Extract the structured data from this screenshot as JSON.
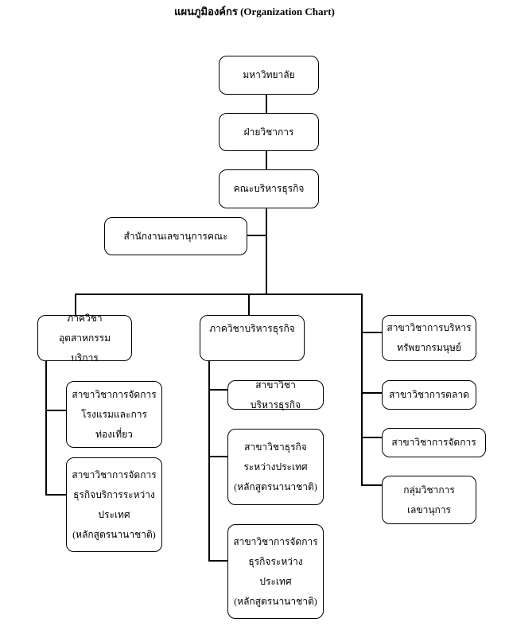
{
  "title": "แผนภูมิองค์กร (Organization Chart)",
  "nodes": {
    "university": "มหาวิทยาลัย",
    "academic_affairs": "ฝ่ายวิชาการ",
    "faculty": "คณะบริหารธุรกิจ",
    "faculty_office": "สำนักงานเลขานุการคณะ",
    "dept_service_industry": "ภาควิชาอุตสาหกรรม\nบริการ",
    "hotel_tourism": "สาขาวิชาการจัดการ\nโรงแรมและการ\nท่องเที่ยว",
    "intl_service_business": "สาขาวิชาการจัดการ\nธุรกิจบริการระหว่าง\nประเทศ\n(หลักสูตรนานาชาติ)",
    "dept_business_admin": "ภาควิชาบริหารธุรกิจ",
    "business_admin": "สาขาวิชาบริหารธุรกิจ",
    "intl_business": "สาขาวิชาธุรกิจ\nระหว่างประเทศ\n(หลักสูตรนานาชาติ)",
    "intl_business_mgmt": "สาขาวิชาการจัดการ\nธุรกิจระหว่าง\nประเทศ\n(หลักสูตรนานาชาติ)",
    "hrm": "สาขาวิชาการบริหาร\nทรัพยากรมนุษย์",
    "marketing": "สาขาวิชาการตลาด",
    "management": "สาขาวิชาการจัดการ",
    "secretarial": "กลุ่มวิชาการ\nเลขานุการ"
  }
}
